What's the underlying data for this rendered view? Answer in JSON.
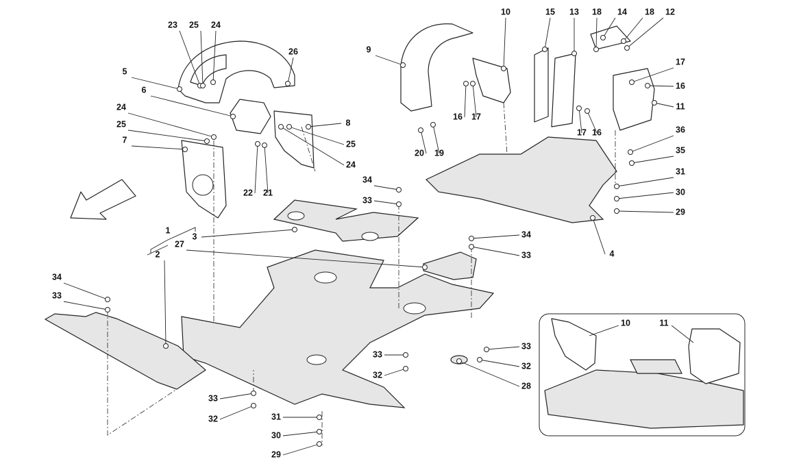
{
  "diagram": {
    "callouts": [
      "23",
      "25",
      "24",
      "26",
      "5",
      "6",
      "24",
      "25",
      "7",
      "8",
      "25",
      "24",
      "22",
      "21",
      "9",
      "10",
      "15",
      "13",
      "18",
      "14",
      "18",
      "12",
      "17",
      "16",
      "11",
      "16",
      "17",
      "16",
      "17",
      "20",
      "19",
      "36",
      "35",
      "31",
      "30",
      "29",
      "4",
      "34",
      "33",
      "1",
      "3",
      "27",
      "2",
      "34",
      "33",
      "34",
      "33",
      "33",
      "32",
      "28",
      "33",
      "32",
      "33",
      "32",
      "31",
      "30",
      "29"
    ],
    "inset_callouts": [
      "10",
      "11"
    ],
    "direction_arrow": "arrow-front-icon",
    "colors": {
      "line": "#222222",
      "panel_fill": "#e6e6e6",
      "background": "#ffffff"
    }
  }
}
